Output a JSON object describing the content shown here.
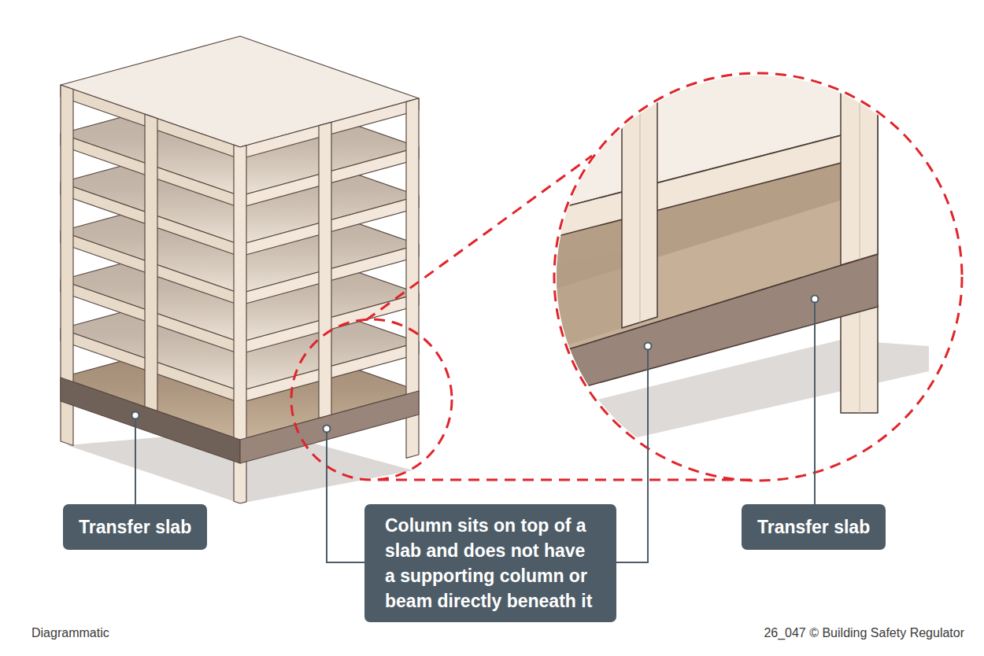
{
  "diagram": {
    "nodes": [
      {
        "text": [
          "Transfer slab"
        ]
      },
      {
        "text": [
          "Column sits on top of a slab and does not have a supporting column or beam directly beneath it"
        ]
      },
      {
        "text": [
          "Transfer slab"
        ]
      }
    ],
    "labels": [
      "Diagrammatic",
      "26_047 © Building Safety Regulator"
    ]
  }
}
